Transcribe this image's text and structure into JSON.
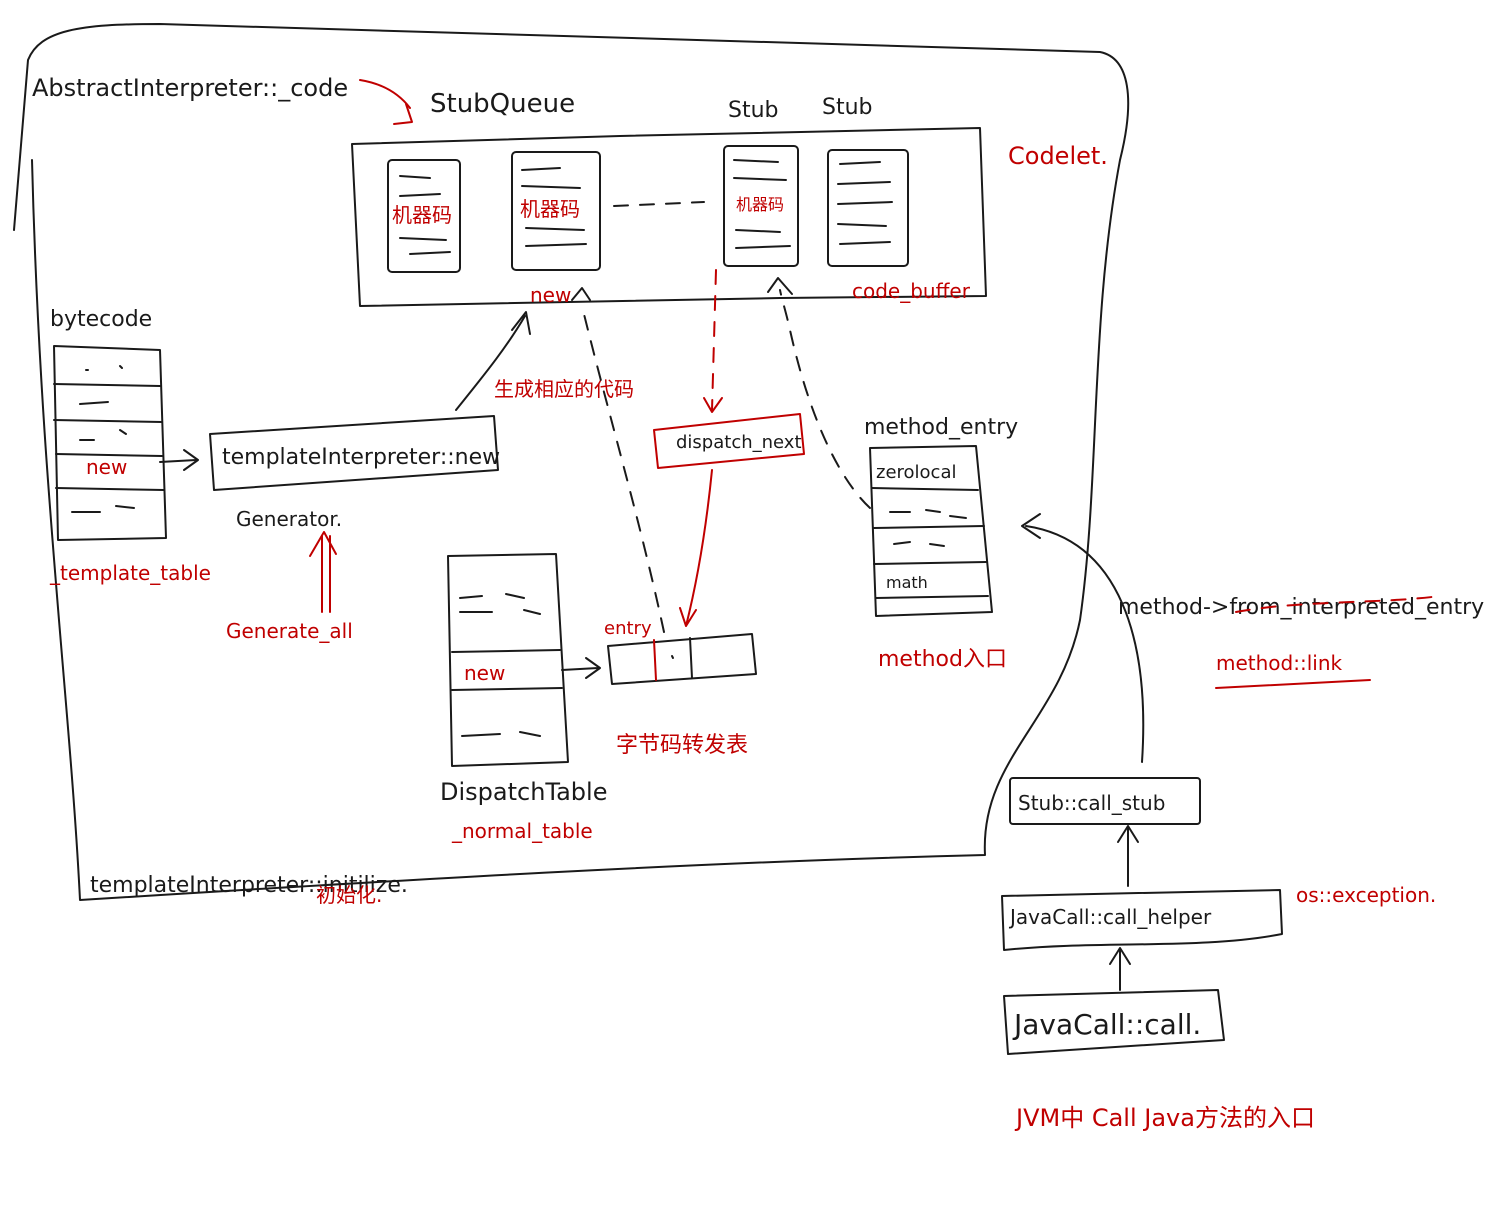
{
  "labels": {
    "abstract_code": "AbstractInterpreter::_code",
    "stub_queue": "StubQueue",
    "stub_1": "Stub",
    "stub_2": "Stub",
    "codelet": "Codelet.",
    "machine_code_1": "机器码",
    "machine_code_2": "机器码",
    "machine_code_3": "机器码",
    "new_label": "new",
    "code_buffer": "code_buffer",
    "bytecode": "bytecode",
    "bytecode_new": "new",
    "template_table": "_template_table",
    "template_interpreter_new": "templateInterpreter::new",
    "generator": "Generator.",
    "generate_all": "Generate_all",
    "generate_code": "生成相应的代码",
    "dispatch_next": "dispatch_next",
    "method_entry": "method_entry",
    "zerolocal": "zerolocal",
    "math": "math",
    "method_entrance": "method入口",
    "entry": "entry",
    "bytecode_table": "字节码转发表",
    "dispatch_table": "DispatchTable",
    "normal_table": "_normal_table",
    "dispatch_new": "new",
    "template_initialize": "templateInterpreter::initilize.",
    "init_cn": "初始化.",
    "from_interpreted": "method->from_interpreted_entry",
    "method_link": "method::link",
    "call_stub": "Stub::call_stub",
    "call_helper": "JavaCall::call_helper",
    "os_exception": "os::exception.",
    "java_call": "JavaCall::call.",
    "jvm_note": "JVM中 Call Java方法的入口"
  }
}
